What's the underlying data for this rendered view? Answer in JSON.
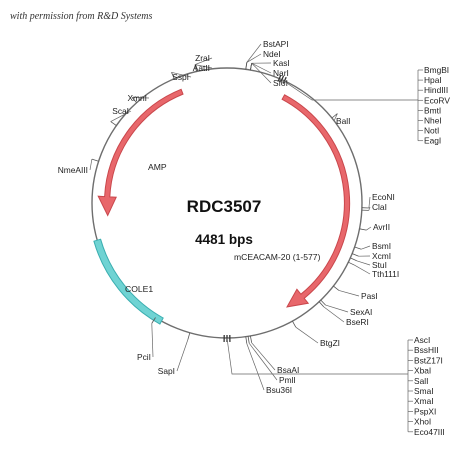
{
  "permission": "with permission from R&D Systems",
  "plasmid": {
    "name": "RDC3507",
    "size": "4481 bps"
  },
  "features": {
    "amp": "AMP",
    "cole1": "COLE1",
    "insert": "mCEACAM-20 (1-577)"
  },
  "colors": {
    "arrow": "#e8676b",
    "arrow_stroke": "#c9474c",
    "ori": "#6fd3d3",
    "ori_stroke": "#3aaeb0"
  },
  "sites": {
    "single": [
      "BstAPI",
      "NdeI",
      "KasI",
      "NarI",
      "SfoI",
      "ZraI",
      "AatII",
      "SspI",
      "XmnI",
      "ScaI",
      "NmeAIII",
      "BalI",
      "EcoNI",
      "ClaI",
      "AvrII",
      "BsmI",
      "XcmI",
      "StuI",
      "Tth111I",
      "PasI",
      "SexAI",
      "BseRI",
      "BtgZI",
      "BsaAI",
      "PmlI",
      "Bsu36I",
      "SapI",
      "PciI"
    ],
    "mcs_top": [
      "BmgBI",
      "HpaI",
      "HindIII",
      "EcoRV",
      "BmtI",
      "NheI",
      "NotI",
      "EagI"
    ],
    "mcs_bottom": [
      "AscI",
      "BssHII",
      "BstZ17I",
      "XbaI",
      "SalI",
      "SmaI",
      "XmaI",
      "PspXI",
      "XhoI",
      "Eco47III"
    ]
  }
}
